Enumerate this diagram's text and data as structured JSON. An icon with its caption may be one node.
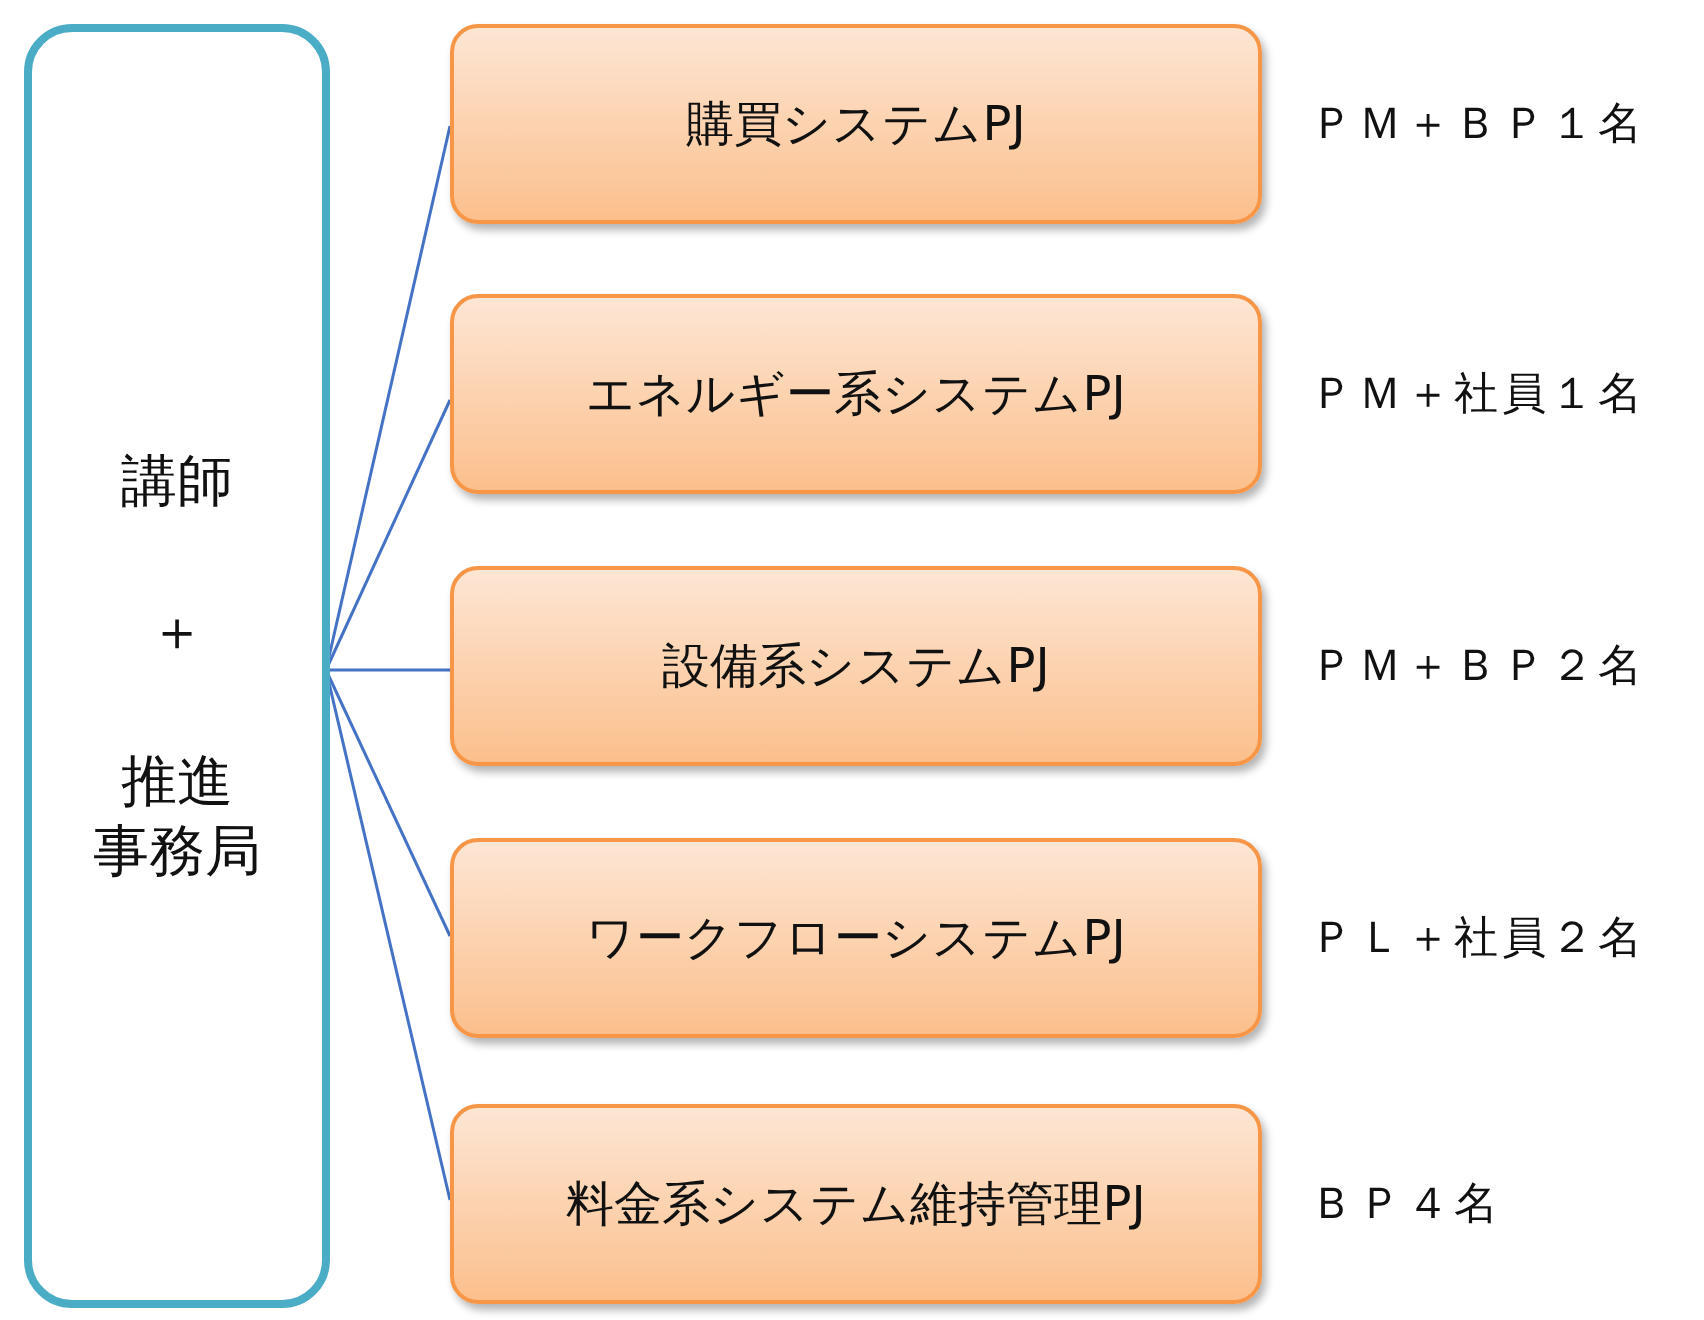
{
  "diagram": {
    "nodes": [
      {
        "text": [
          "講師",
          "＋",
          "推進",
          "事務局"
        ]
      },
      {
        "text": [
          "購買システムPJ"
        ],
        "beside": [
          "ＰＭ＋ＢＰ１名"
        ]
      },
      {
        "text": [
          "エネルギー系システムPJ"
        ],
        "beside": [
          "ＰＭ＋社員１名"
        ]
      },
      {
        "text": [
          "設備系システムPJ"
        ],
        "beside": [
          "ＰＭ＋ＢＰ２名"
        ]
      },
      {
        "text": [
          "ワークフローシステムPJ"
        ],
        "beside": [
          "ＰＬ＋社員２名"
        ]
      },
      {
        "text": [
          "料金系システム維持管理PJ"
        ],
        "beside": [
          "ＢＰ４名"
        ]
      }
    ],
    "edges": [
      {
        "from": 0,
        "to": 1,
        "arrow": "none"
      },
      {
        "from": 0,
        "to": 2,
        "arrow": "none"
      },
      {
        "from": 0,
        "to": 3,
        "arrow": "none"
      },
      {
        "from": 0,
        "to": 4,
        "arrow": "none"
      },
      {
        "from": 0,
        "to": 5,
        "arrow": "none"
      }
    ]
  }
}
